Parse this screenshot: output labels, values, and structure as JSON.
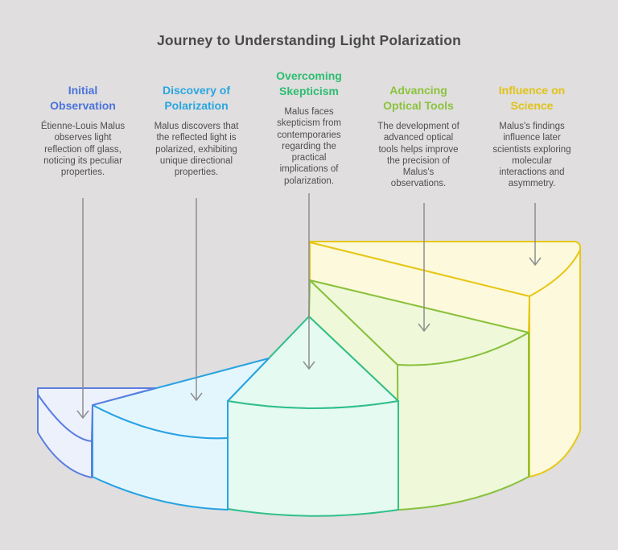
{
  "title": "Journey to Understanding Light Polarization",
  "background_color": "#e0dede",
  "title_color": "#4a4a4a",
  "arrow_color": "#8e8e8e",
  "stages": [
    {
      "heading": "Initial\nObservation",
      "description": "Étienne-Louis Malus\nobserves light\nreflection off glass,\nnoticing its peculiar\nproperties.",
      "heading_color": "#4a73dc",
      "wedge_fill": "#edf1fc",
      "wedge_stroke": "#5b7ee0"
    },
    {
      "heading": "Discovery of\nPolarization",
      "description": "Malus discovers that\nthe reflected light is\npolarized, exhibiting\nunique directional\nproperties.",
      "heading_color": "#29a6e1",
      "wedge_fill": "#e4f6fd",
      "wedge_stroke": "#28a2e2"
    },
    {
      "heading": "Overcoming\nSkepticism",
      "description": "Malus faces\nskepticism from\ncontemporaries\nregarding the\npractical\nimplications of\npolarization.",
      "heading_color": "#2dbd72",
      "wedge_fill": "#e5faf1",
      "wedge_stroke": "#30bf8a"
    },
    {
      "heading": "Advancing\nOptical Tools",
      "description": "The development of\nadvanced optical\ntools helps improve\nthe precision of\nMalus's\nobservations.",
      "heading_color": "#8bc33d",
      "wedge_fill": "#eff8d8",
      "wedge_stroke": "#87c13e"
    },
    {
      "heading": "Influence on\nScience",
      "description": "Malus's findings\ninfluence later\nscientists exploring\nmolecular\ninteractions and\nasymmetry.",
      "heading_color": "#e0c318",
      "wedge_fill": "#fdf9dc",
      "wedge_stroke": "#e7c717"
    }
  ]
}
